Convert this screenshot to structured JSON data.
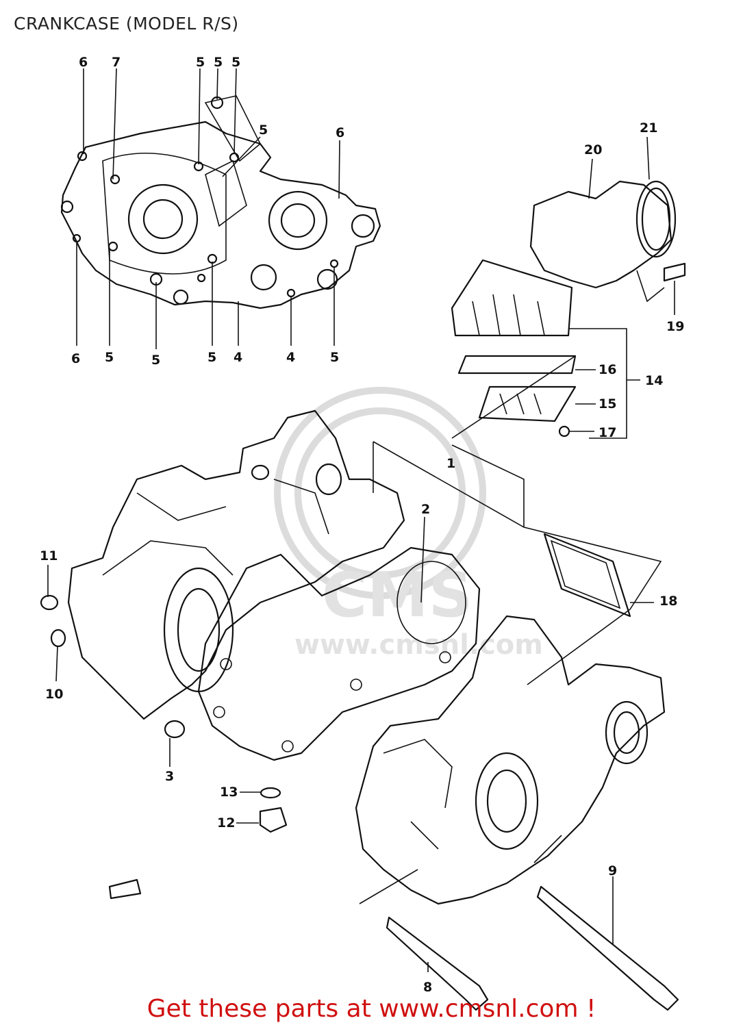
{
  "title": "CRANKCASE (MODEL R/S)",
  "footer": {
    "text": "Get these parts at www.cmsnl.com !",
    "color": "#d01010"
  },
  "watermark": {
    "logo": "CMS",
    "url": "www.cmsnl.com"
  },
  "callouts": {
    "c1": "1",
    "c2": "2",
    "c3": "3",
    "c4a": "4",
    "c4b": "4",
    "c5a": "5",
    "c5b": "5",
    "c5c": "5",
    "c5d": "5",
    "c5e": "5",
    "c5f": "5",
    "c5g": "5",
    "c5h": "5",
    "c6a": "6",
    "c6b": "6",
    "c6c": "6",
    "c7": "7",
    "c8": "8",
    "c9": "9",
    "c10": "10",
    "c11": "11",
    "c12": "12",
    "c13": "13",
    "c14": "14",
    "c15": "15",
    "c16": "16",
    "c17": "17",
    "c18": "18",
    "c19": "19",
    "c20": "20",
    "c21": "21"
  }
}
